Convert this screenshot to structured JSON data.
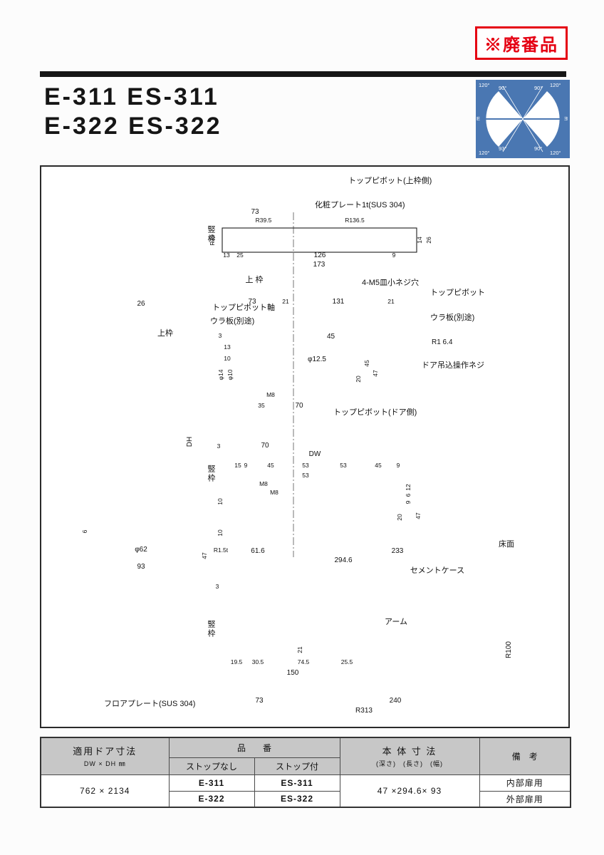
{
  "colors": {
    "stamp_red": "#e50012",
    "diagram_blue": "#4a77b2",
    "table_header_gray": "#c7c7c7",
    "ink": "#1a1a1a"
  },
  "stamp": {
    "text": "※廃番品"
  },
  "header": {
    "title_line1": "E-311  ES-311",
    "title_line2": "E-322  ES-322"
  },
  "angle_diagram": {
    "tl_outer": "120°",
    "tl_inner": "90°",
    "tr_inner": "90°",
    "tr_outer": "120°",
    "bl_outer": "120°",
    "bl_inner": "93°",
    "br_inner": "90°",
    "br_outer": "120°",
    "left_mark": "E",
    "right_mark": "Ǝ"
  },
  "plan": {
    "label_top_pivot_frame_side": "トップピボット(上枠側)",
    "label_decor_plate": "化粧プレート1t(SUS 304)",
    "label_tatewaku": "竪枠",
    "label_uwaku": "上 枠",
    "label_screw_holes": "4-M5皿小ネジ穴",
    "d73": "73",
    "d395": "R39.5",
    "d1365": "R136.5",
    "d30": "R30",
    "d14": "14",
    "d26": "26",
    "d13": "13",
    "d25": "25",
    "d126": "126",
    "d9": "9",
    "d173": "173"
  },
  "pivot": {
    "label_top_pivot": "トップピボット",
    "label_shaft": "トップピボット軸",
    "label_backplate_left": "ウラ板(別途)",
    "label_backplate_right": "ウラ板(別途)",
    "label_door_screw": "ドア吊込操作ネジ",
    "label_top_pivot_door": "トップピボット(ドア側)",
    "d73": "73",
    "d21a": "21",
    "d131": "131",
    "d21b": "21",
    "d45": "45",
    "dr1_64": "R1 6.4",
    "d3": "3",
    "d13": "13",
    "d10": "10",
    "dphi14": "φ14",
    "dphi10": "φ10",
    "dphi125": "φ12.5",
    "d45r": "45",
    "d47": "47",
    "d20": "20",
    "dm8": "M8",
    "d35": "35",
    "d70": "70"
  },
  "frame": {
    "label_uwaku": "上枠",
    "d26": "26",
    "ddh": "DH",
    "d6": "6",
    "dphi62": "φ62",
    "d93": "93"
  },
  "body": {
    "label_tatewaku": "竪枠",
    "label_floor": "床面",
    "label_cement_case": "セメントケース",
    "d3a": "3",
    "d70": "70",
    "ddw": "DW",
    "row": [
      "15",
      "9",
      "45",
      "53",
      "53",
      "45",
      "9"
    ],
    "d53c": "53",
    "dm8a": "M8",
    "dm8b": "M8",
    "d10a": "10",
    "d12": "12",
    "d6": "6",
    "d9": "9",
    "d47r": "47",
    "d20": "20",
    "d10b": "10",
    "dr15t": "R1.5t",
    "d616": "61.6",
    "d233": "233",
    "d2946": "294.6",
    "d47l": "47",
    "d3b": "3"
  },
  "plate": {
    "label_tatewaku": "竪枠",
    "label_arm": "アーム",
    "label_floor_plate": "フロアプレート(SUS 304)",
    "d21": "21",
    "d195": "19.5",
    "d305": "30.5",
    "d745": "74.5",
    "d255": "25.5",
    "d150": "150",
    "dr100": "R100",
    "d73": "73",
    "d240": "240",
    "dr313": "R313"
  },
  "table": {
    "header": {
      "door_size_title": "適用ドア寸法",
      "door_size_sub": "DW × DH  ㎜",
      "part_no": "品　　番",
      "no_stop": "ストップなし",
      "with_stop": "ストップ付",
      "body_size_title": "本 体 寸 法",
      "body_size_sub": "(深さ)　(長さ)　(幅)",
      "remarks": "備　考"
    },
    "rows": [
      {
        "door_size": "762 × 2134",
        "no_stop": "E-311",
        "with_stop": "ES-311",
        "body_size": "47 ×294.6× 93",
        "remark": "内部扉用"
      },
      {
        "no_stop": "E-322",
        "with_stop": "ES-322",
        "remark": "外部扉用"
      }
    ]
  }
}
